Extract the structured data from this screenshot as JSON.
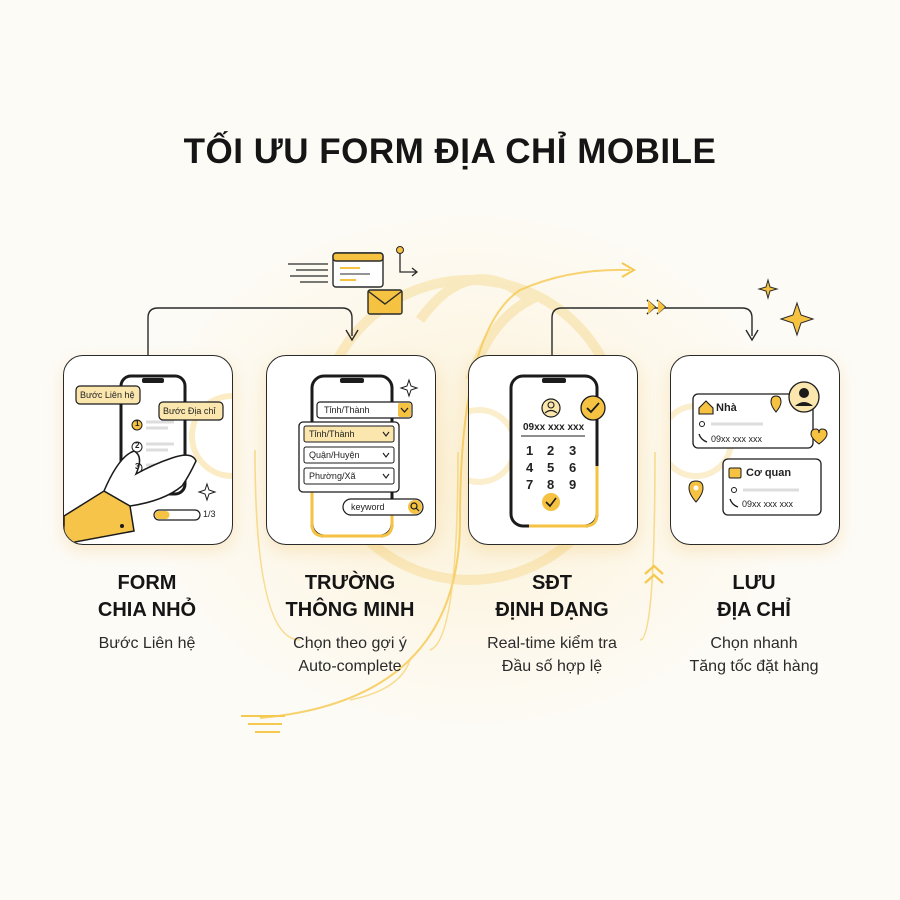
{
  "title": "TỐI ƯU FORM ĐỊA CHỈ MOBILE",
  "steps": [
    {
      "heading_line1": "FORM",
      "heading_line2": "CHIA NHỎ",
      "desc_line1": "Bước Liên hệ",
      "desc_line2": "",
      "illustration": {
        "bubble1": "Bước Liên hệ",
        "bubble2": "Bước Địa chỉ",
        "step_numbers": [
          "1",
          "2",
          "3"
        ],
        "progress": "1/3",
        "progress_fraction": 0.33
      }
    },
    {
      "heading_line1": "TRƯỜNG",
      "heading_line2": "THÔNG MINH",
      "desc_line1": "Chọn theo gợi ý",
      "desc_line2": "Auto-complete",
      "illustration": {
        "select_top": "Tỉnh/Thành",
        "options": [
          "Tỉnh/Thành",
          "Quận/Huyện",
          "Phường/Xã"
        ],
        "search_keyword": "keyword"
      }
    },
    {
      "heading_line1": "SĐT",
      "heading_line2": "ĐỊNH DẠNG",
      "desc_line1": "Real-time kiểm tra",
      "desc_line2": "Đầu số hợp lệ",
      "illustration": {
        "phone_mask": "09xx xxx xxx",
        "keys": [
          "1",
          "2",
          "3",
          "4",
          "5",
          "6",
          "7",
          "8",
          "9"
        ]
      }
    },
    {
      "heading_line1": "LƯU",
      "heading_line2": "ĐỊA CHỈ",
      "desc_line1": "Chọn nhanh",
      "desc_line2": "Tăng tốc đặt hàng",
      "illustration": {
        "address1_label": "Nhà",
        "address1_phone": "09xx xxx xxx",
        "address2_label": "Cơ quan",
        "address2_phone": "09xx xxx xxx"
      }
    }
  ],
  "colors": {
    "accent": "#f5c242",
    "accent_light": "#fbe3a3",
    "ink": "#1b1b1b",
    "background": "#fdfbf6"
  }
}
